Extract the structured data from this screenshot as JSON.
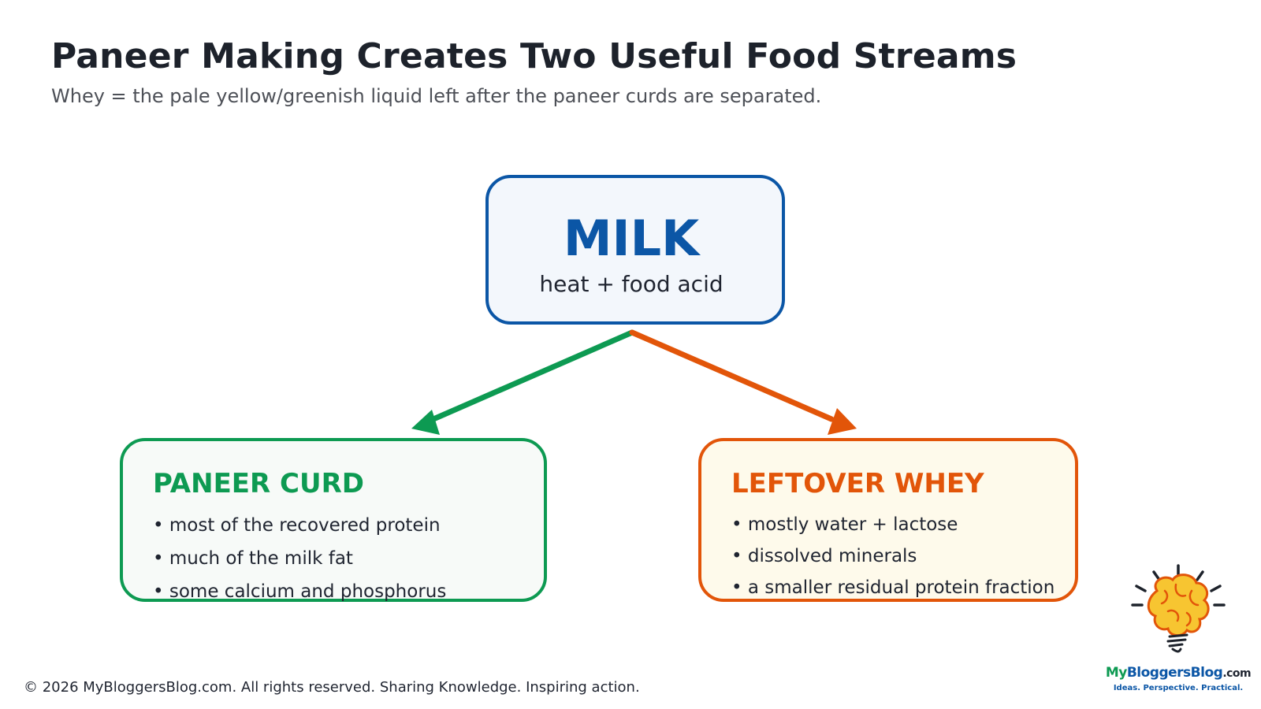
{
  "header": {
    "title": "Paneer Making Creates Two Useful Food Streams",
    "subtitle": "Whey = the pale yellow/greenish liquid left after the paneer curds are separated."
  },
  "milk": {
    "title": "MILK",
    "subtitle": "heat + food acid",
    "color": "#0b56a6"
  },
  "curd": {
    "title": "PANEER CURD",
    "color": "#0d9a52",
    "items": [
      "• most of the recovered protein",
      "• much of the milk fat",
      "• some calcium and phosphorus"
    ]
  },
  "whey": {
    "title": "LEFTOVER WHEY",
    "color": "#e25509",
    "items": [
      "• mostly water + lactose",
      "• dissolved minerals",
      "• a smaller residual protein fraction"
    ]
  },
  "footer": {
    "copyright": "© 2026 MyBloggersBlog.com. All rights reserved. Sharing Knowledge. Inspiring action."
  },
  "logo": {
    "name_my": "My",
    "name_bloggers": "BloggersBlog",
    "name_com": ".com",
    "tagline": "Ideas. Perspective. Practical.",
    "icon": "brain-lightbulb-icon"
  }
}
